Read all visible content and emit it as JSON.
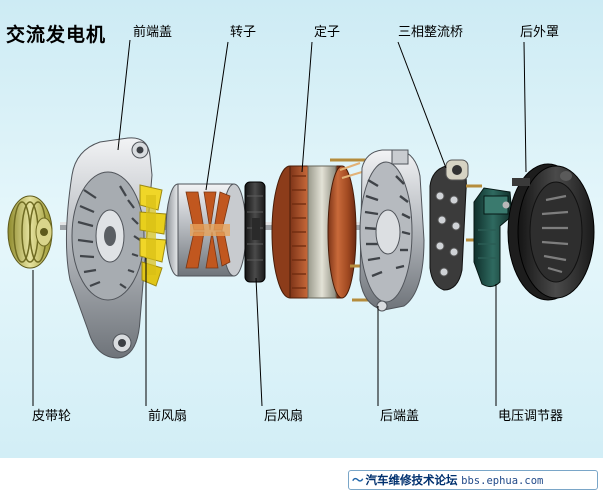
{
  "title": "交流发电机",
  "labels": {
    "front_end_cover": "前端盖",
    "rotor": "转子",
    "stator": "定子",
    "rectifier": "三相整流桥",
    "rear_cover": "后外罩",
    "pulley": "皮带轮",
    "front_fan": "前风扇",
    "rear_fan": "后风扇",
    "rear_end_cover": "后端盖",
    "regulator": "电压调节器"
  },
  "footer": {
    "mark": "〜",
    "site": "汽车维修技术论坛",
    "url": "bbs.ephua.com"
  },
  "colors": {
    "background": "#d9f1f7",
    "leader": "#000000",
    "copper": "#b0562c",
    "aluminum": "#b9bdc2",
    "pulley": "#c7c45a",
    "fan": "#e8cf1c",
    "rear_cover": "#2b2b2b",
    "regulator": "#1f4d46"
  }
}
